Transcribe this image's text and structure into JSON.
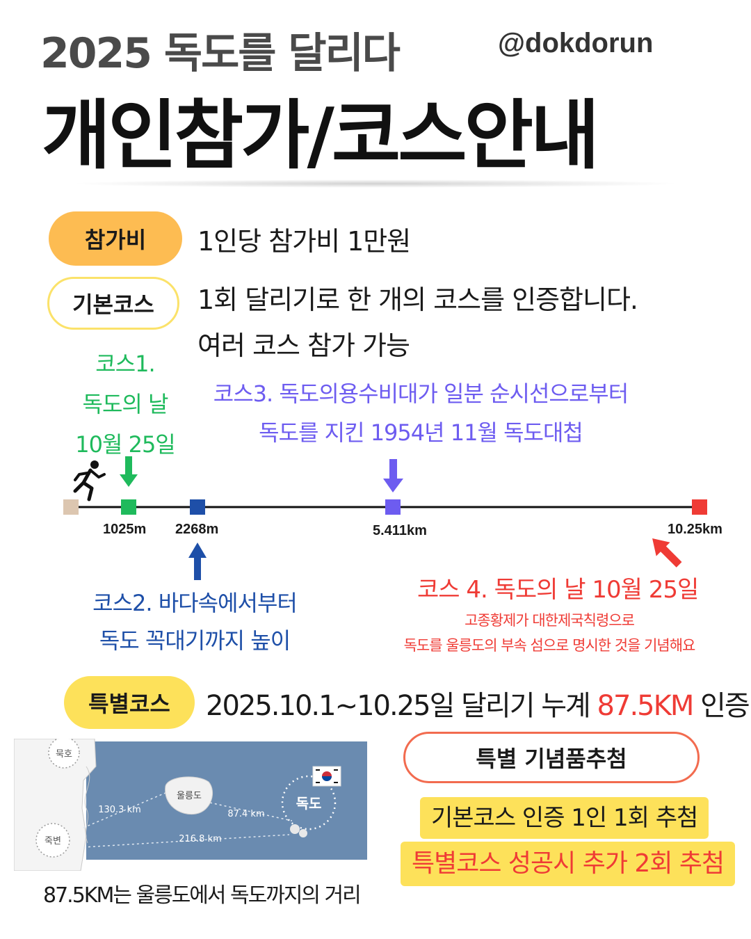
{
  "header": {
    "title_top": "2025 독도를 달리다",
    "handle": "@dokdorun",
    "title_main": "개인참가/코스안내"
  },
  "fee": {
    "label": "참가비",
    "text": "1인당 참가비 1만원"
  },
  "basic": {
    "label": "기본코스",
    "line1": "1회 달리기로 한 개의 코스를 인증합니다.",
    "line2": "여러 코스 참가 가능"
  },
  "courses": {
    "c1": [
      "코스1.",
      "독도의 날",
      "10월 25일"
    ],
    "c2": [
      "코스2. 바다속에서부터",
      "독도 꼭대기까지 높이"
    ],
    "c3": [
      "코스3. 독도의용수비대가 일분 순시선으로부터",
      "독도를 지킨 1954년 11월 독도대첩"
    ],
    "c4_title": "코스 4. 독도의 날 10월 25일",
    "c4_sub": [
      "고종황제가 대한제국칙령으로",
      "독도를 울릉도의 부속 섬으로 명시한 것을 기념해요"
    ]
  },
  "track": {
    "d1": "1025m",
    "d2": "2268m",
    "d3": "5.411km",
    "d4": "10.25km",
    "colors": {
      "start": "#dcc6b0",
      "c1": "#1fba5c",
      "c2": "#1e4fa8",
      "c3": "#6d5cf0",
      "c4": "#ef3b35"
    }
  },
  "special": {
    "label": "특별코스",
    "text_before": "2025.10.1~10.25일  달리기 누계 ",
    "text_highlight": "87.5KM",
    "text_after": " 인증"
  },
  "map": {
    "mukho": "묵호",
    "jukbyeon": "죽변",
    "ulleungdo": "울릉도",
    "dokdo": "독도",
    "dist_a": "130.3 km",
    "dist_b": "87.4 km",
    "dist_c": "216.8 km",
    "caption": "87.5KM는 울릉도에서 독도까지의 거리"
  },
  "prize": {
    "title": "특별 기념품추첨",
    "line1": "기본코스 인증 1인 1회 추첨",
    "line2": "특별코스 성공시 추가 2회 추첨"
  }
}
